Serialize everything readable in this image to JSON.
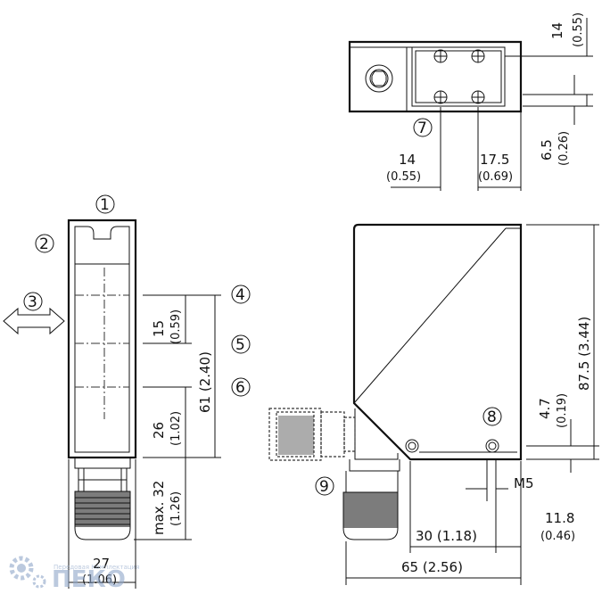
{
  "callouts": [
    "1",
    "2",
    "3",
    "4",
    "5",
    "6",
    "7",
    "8",
    "9"
  ],
  "dims": {
    "top_h1": "14",
    "top_h1_in": "(0.55)",
    "top_h2": "6.5",
    "top_h2_in": "(0.26)",
    "top_w1": "14",
    "top_w1_in": "(0.55)",
    "top_w2": "17.5",
    "top_w2_in": "(0.69)",
    "front_15": "15",
    "front_15_in": "(0.59)",
    "front_26": "26",
    "front_26_in": "(1.02)",
    "front_61": "61 (2.40)",
    "front_32": "max. 32",
    "front_32_in": "(1.26)",
    "front_27": "27",
    "front_27_in": "(1.06)",
    "side_875": "87.5 (3.44)",
    "side_47": "4.7",
    "side_47_in": "(0.19)",
    "side_m5": "M5",
    "side_30": "30 (1.18)",
    "side_118": "11.8",
    "side_118_in": "(0.46)",
    "side_65": "65 (2.56)"
  },
  "watermark": {
    "text": "ПЕКО",
    "subtitle": "Передовая Комплектация"
  },
  "colors": {
    "line": "#111111",
    "watermark": "#8fa6c9"
  }
}
